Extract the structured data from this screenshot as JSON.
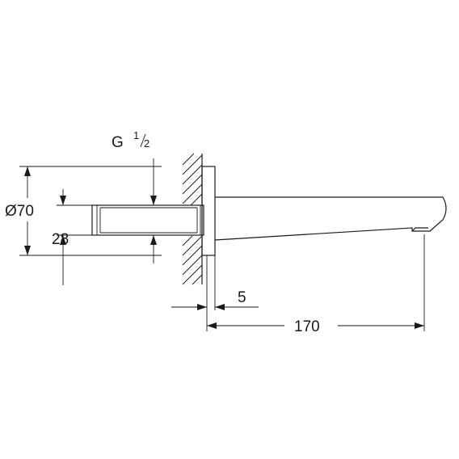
{
  "dimensions": {
    "diameter_label": "Ø70",
    "height_label": "28",
    "thread_prefix": "G",
    "thread_fraction_num": "1",
    "thread_fraction_den": "2",
    "plate_thickness_label": "5",
    "spout_length_label": "170"
  },
  "colors": {
    "ink": "#1a1a1a",
    "background": "#ffffff"
  }
}
